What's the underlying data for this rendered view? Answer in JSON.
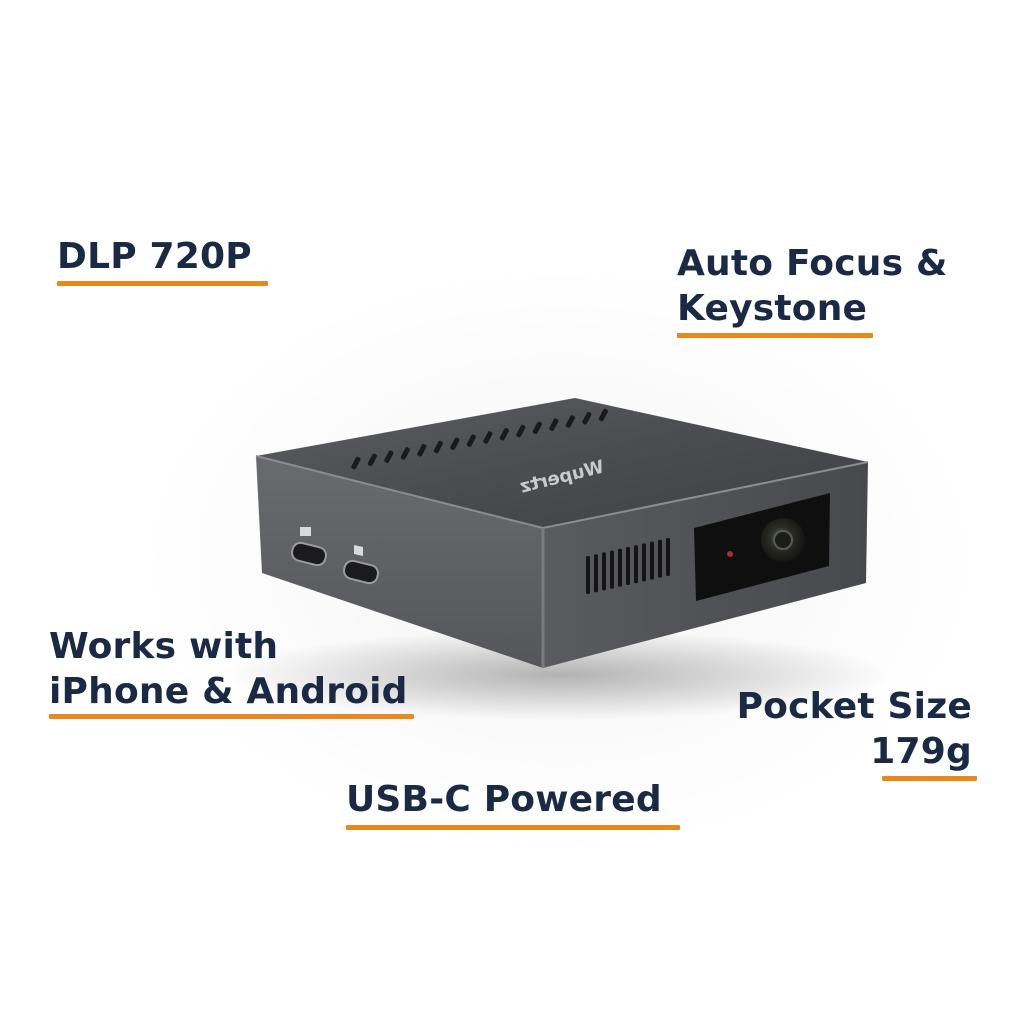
{
  "features": {
    "resolution": {
      "line1": "DLP 720P"
    },
    "focus": {
      "line1": "Auto Focus &",
      "line2": "Keystone"
    },
    "compatibility": {
      "line1": "Works with",
      "line2": "iPhone & Android"
    },
    "size": {
      "line1": "Pocket Size",
      "line2": "179g"
    },
    "power": {
      "line1": "USB-C Powered"
    }
  },
  "product": {
    "logo_text": "Wupertz"
  },
  "colors": {
    "text": "#1b2a44",
    "accent_underline": "#e8891e",
    "device_body": "#4a4b4f",
    "background": "#ffffff"
  }
}
